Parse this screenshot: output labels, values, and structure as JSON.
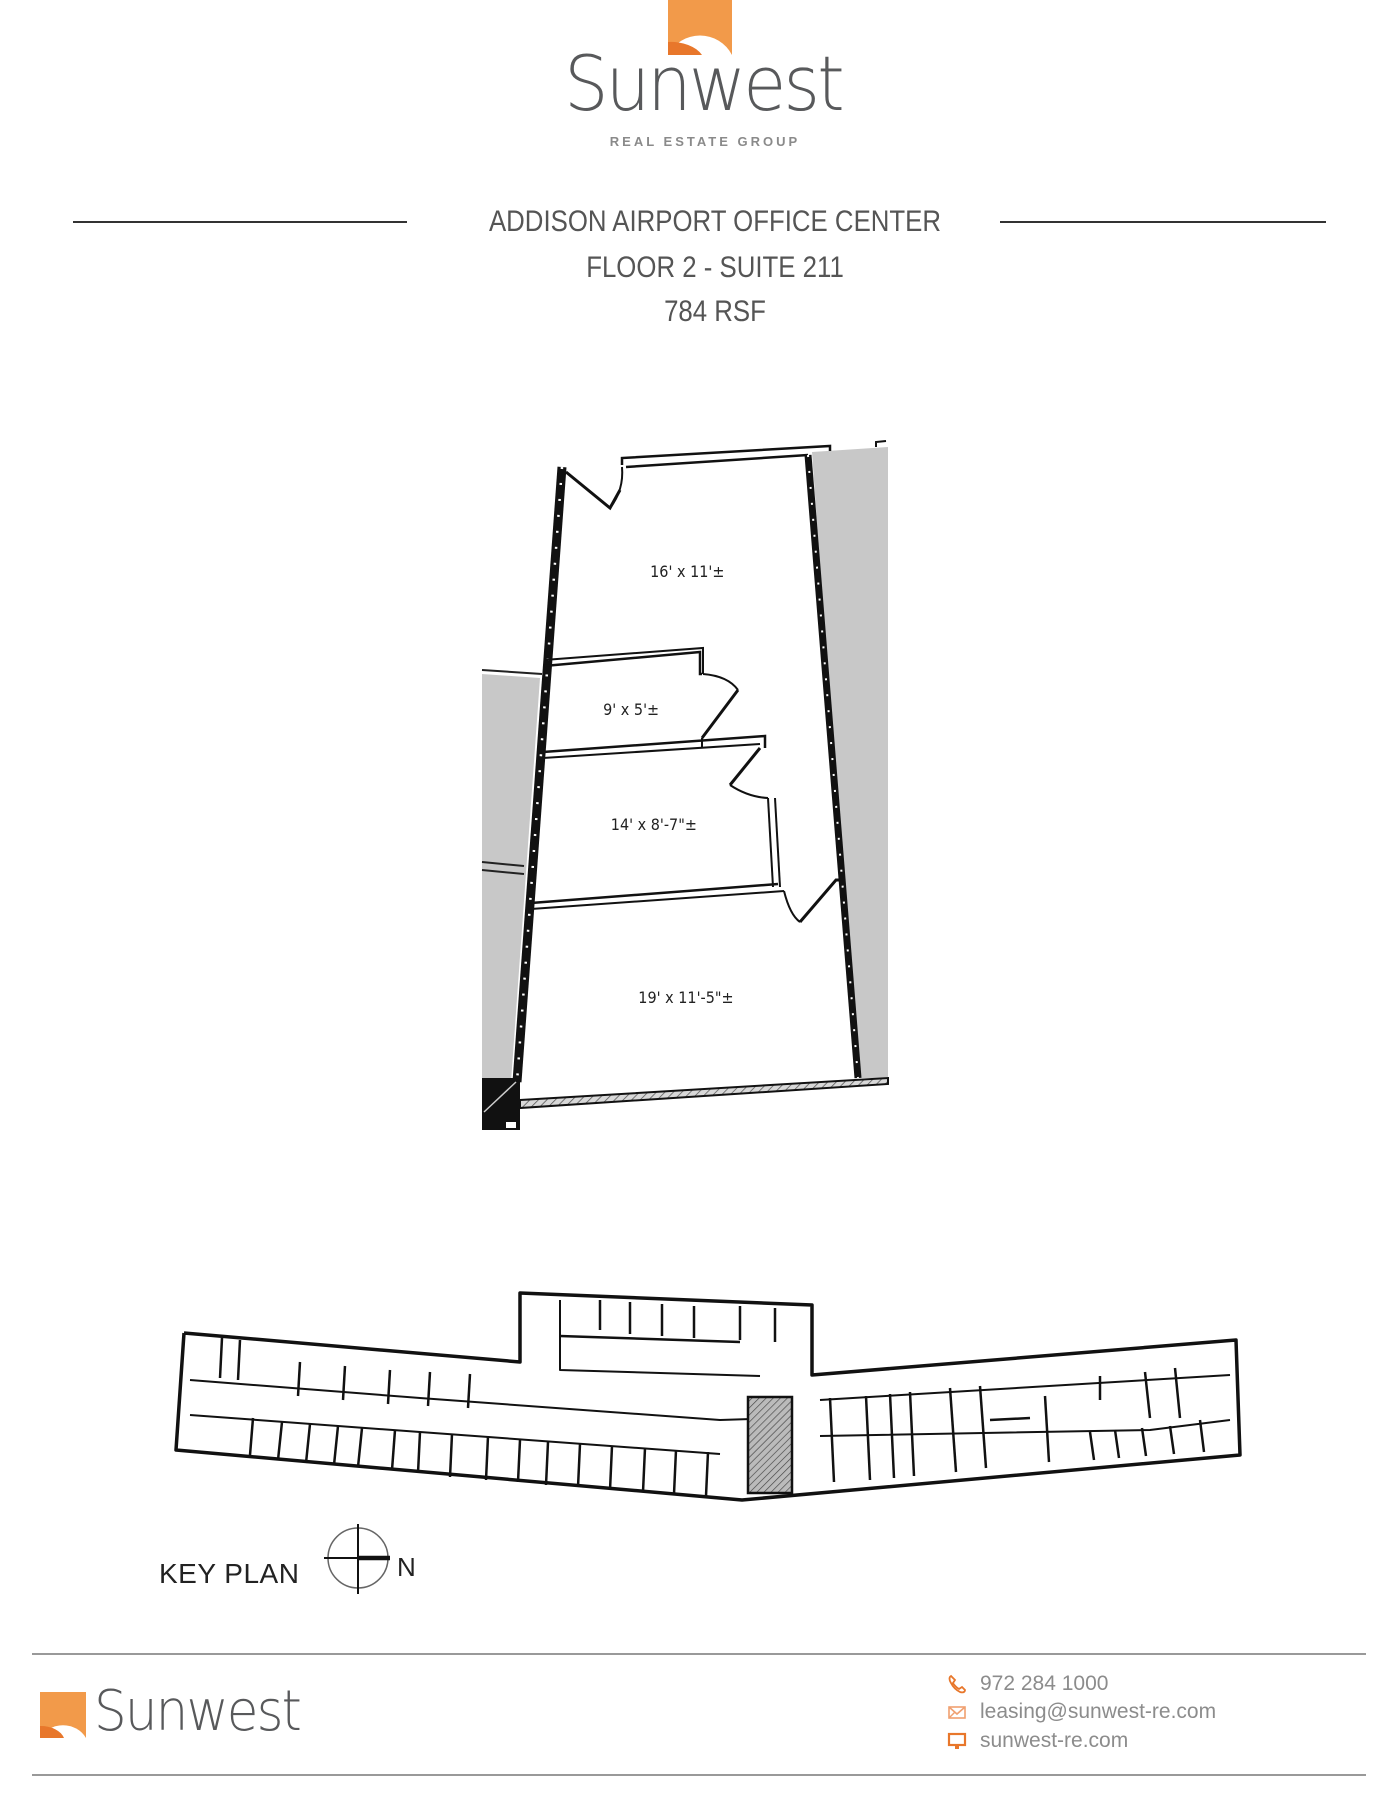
{
  "header": {
    "logo_word": "Sunwest",
    "logo_subtitle": "REAL ESTATE GROUP",
    "brand_colors": {
      "orange_light": "#f29a4a",
      "orange_dark": "#e8772b",
      "gray_text": "#58595b"
    }
  },
  "title": {
    "building": "ADDISON AIRPORT OFFICE CENTER",
    "floor_suite": "FLOOR 2 - SUITE 211",
    "area": "784 RSF"
  },
  "floor_plan": {
    "rooms": [
      {
        "label": "16' x 11'±"
      },
      {
        "label": "9' x 5'±"
      },
      {
        "label": "14' x 8'-7\"±"
      },
      {
        "label": "19' x 11'-5\"±"
      }
    ],
    "shaded_area_color": "#c8c8c8"
  },
  "key_plan": {
    "label": "KEY PLAN",
    "north_label": "N",
    "highlight": "hatched suite location"
  },
  "footer": {
    "logo_word": "Sunwest",
    "contacts": [
      {
        "icon": "phone-icon",
        "text": "972 284 1000"
      },
      {
        "icon": "mail-icon",
        "text": "leasing@sunwest-re.com"
      },
      {
        "icon": "web-icon",
        "text": "sunwest-re.com"
      }
    ]
  }
}
